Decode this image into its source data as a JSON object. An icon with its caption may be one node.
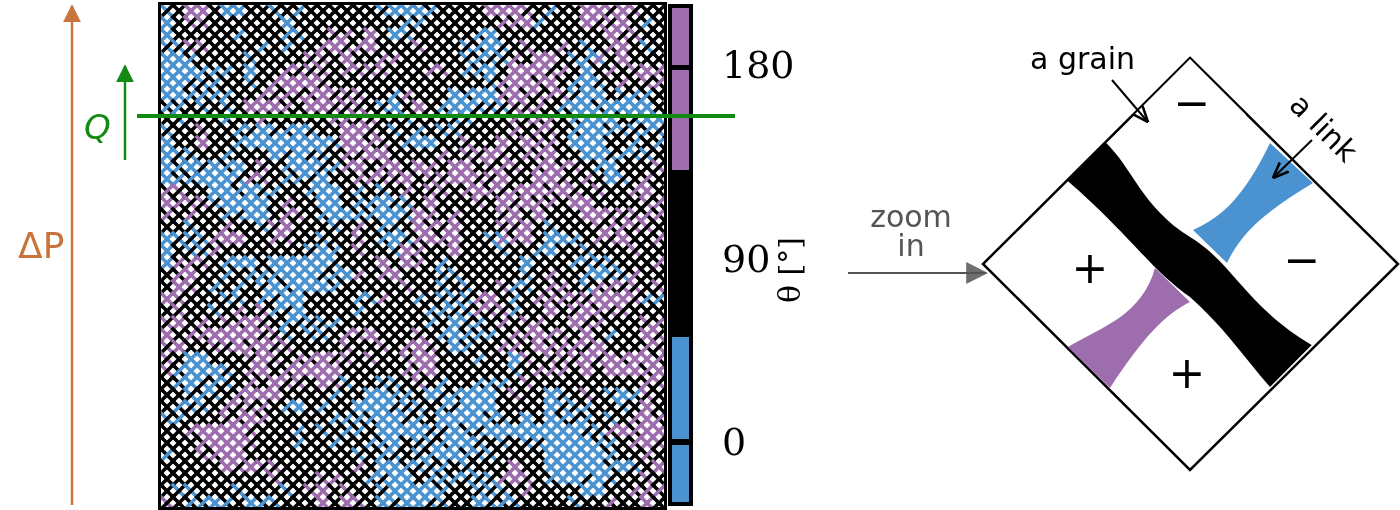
{
  "diagram": {
    "nodes": [
      {
        "text": [],
        "shape": "box"
      },
      {
        "text": [
          "a grain"
        ]
      },
      {
        "text": [
          "+",
          "−",
          "+"
        ]
      },
      {
        "text": [
          "−"
        ],
        "in": 2
      },
      {
        "text": [
          "a link"
        ]
      },
      {
        "text": [],
        "shape": "bar",
        "in": 2
      }
    ],
    "edges": [
      {
        "from": null,
        "to": 2,
        "arrow": "to",
        "label": "zoom in",
        "color": "#555555"
      },
      {
        "from": 1,
        "to": 3,
        "arrow": "to"
      },
      {
        "from": 4,
        "to": 5,
        "arrow": "to"
      }
    ],
    "labels": [
      "ΔP",
      "Q",
      "180",
      "90",
      "θ [°]",
      "0"
    ]
  }
}
